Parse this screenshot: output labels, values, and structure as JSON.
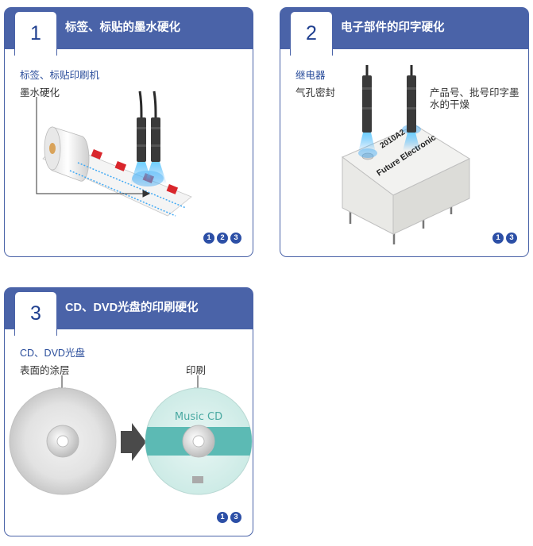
{
  "cards": [
    {
      "number": "1",
      "title": "标签、标贴的墨水硬化",
      "subtitle": "标签、标贴印刷机",
      "label": "墨水硬化",
      "badges": [
        "1",
        "2",
        "3"
      ]
    },
    {
      "number": "2",
      "title": "电子部件的印字硬化",
      "subtitle": "继电器",
      "label_left": "气孔密封",
      "label_right_line1": "产品号、批号印字墨",
      "label_right_line2": "水的干燥",
      "relay_text_1": "2010A2",
      "relay_text_2": "Future Electronic",
      "badges": [
        "1",
        "3"
      ]
    },
    {
      "number": "3",
      "title": "CD、DVD光盘的印刷硬化",
      "subtitle": "CD、DVD光盘",
      "label_left": "表面的涂层",
      "label_right": "印刷",
      "disc_text": "Music CD",
      "badges": [
        "1",
        "3"
      ]
    }
  ],
  "colors": {
    "header_blue": "#4a63a8",
    "badge_blue": "#2c4fa6",
    "uv_blue": "#3fa9f5",
    "label_red": "#d9262c",
    "cd_teal": "#5cbab4"
  }
}
